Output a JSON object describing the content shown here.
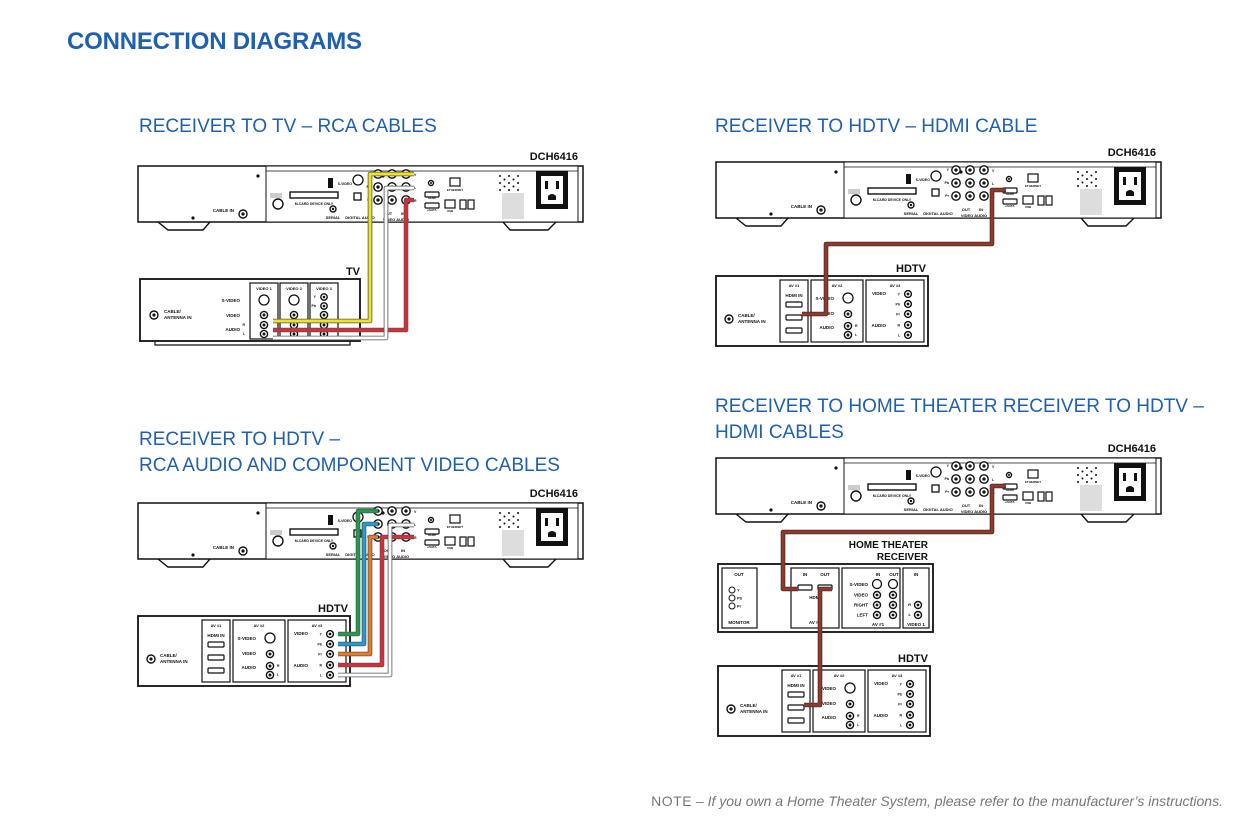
{
  "page_title": "CONNECTION DIAGRAMS",
  "sections": [
    {
      "title": "RECEIVER TO TV – RCA CABLES",
      "device_label": "TV"
    },
    {
      "title": "RECEIVER TO HDTV – HDMI CABLE",
      "device_label": "HDTV"
    },
    {
      "title": "RECEIVER TO HDTV – RCA AUDIO AND COMPONENT VIDEO CABLES",
      "device_label": "HDTV"
    },
    {
      "title": "RECEIVER TO HOME THEATER RECEIVER TO HDTV – HDMI CABLES",
      "device_label": "HDTV",
      "mid_device_label": "HOME THEATER RECEIVER"
    }
  ],
  "receiver": {
    "model": "DCH6416",
    "labels": {
      "cable_in": "CABLE IN",
      "svideo": "S-VIDEO",
      "mcard": "M-CARD DEVICE ONLY",
      "serial": "SERIAL",
      "digital_audio": "DIGITAL AUDIO",
      "out": "OUT",
      "in": "IN",
      "video_audio": "VIDEO AUDIO",
      "ethernet": "ETHERNET",
      "esata": "eSATA",
      "hdmi": "HDMI",
      "usb": "USB",
      "y": "Y",
      "pb": "Pb",
      "pr": "Pr",
      "v": "V",
      "l": "L",
      "r": "R"
    }
  },
  "tv": {
    "video1": "VIDEO 1",
    "video2": "VIDEO 2",
    "video3": "VIDEO 3",
    "svideo": "S-VIDEO",
    "video": "VIDEO",
    "audio": "AUDIO",
    "cable_antenna": "CABLE/ ANTENNA IN",
    "y": "Y",
    "pb": "Pb",
    "pr": "Pr",
    "r": "R",
    "l": "L"
  },
  "hdtv": {
    "av1": "AV #1",
    "av2": "AV #2",
    "av3": "AV #3",
    "hdmi_in": "HDMI IN",
    "svideo": "S-VIDEO",
    "video": "VIDEO",
    "audio": "AUDIO",
    "cable_antenna": "CABLE/ ANTENNA IN",
    "y": "Y",
    "pb": "Pb",
    "pr": "Pr",
    "r": "R",
    "l": "L"
  },
  "home_theater": {
    "out": "OUT",
    "in": "IN",
    "hdmi": "HDMI",
    "monitor": "MONITOR",
    "svideo": "S-VIDEO",
    "video": "VIDEO",
    "right": "RIGHT",
    "left": "LEFT",
    "av2": "AV #2",
    "av1": "AV #1",
    "video1": "VIDEO 1",
    "y": "Y",
    "pb": "Pb",
    "pr": "Pr",
    "r": "R",
    "l": "L"
  },
  "cable_colors": {
    "video": "#f2e320",
    "audio_r": "#e02a35",
    "audio_l": "#ffffff",
    "y": "#1aa04a",
    "pb": "#1a9fd8",
    "pr": "#f07a22",
    "hdmi": "#8a3b32"
  },
  "note": {
    "lead": "NOTE",
    "text": " – If you own a Home Theater System, please refer to the manufacturer’s instructions."
  }
}
